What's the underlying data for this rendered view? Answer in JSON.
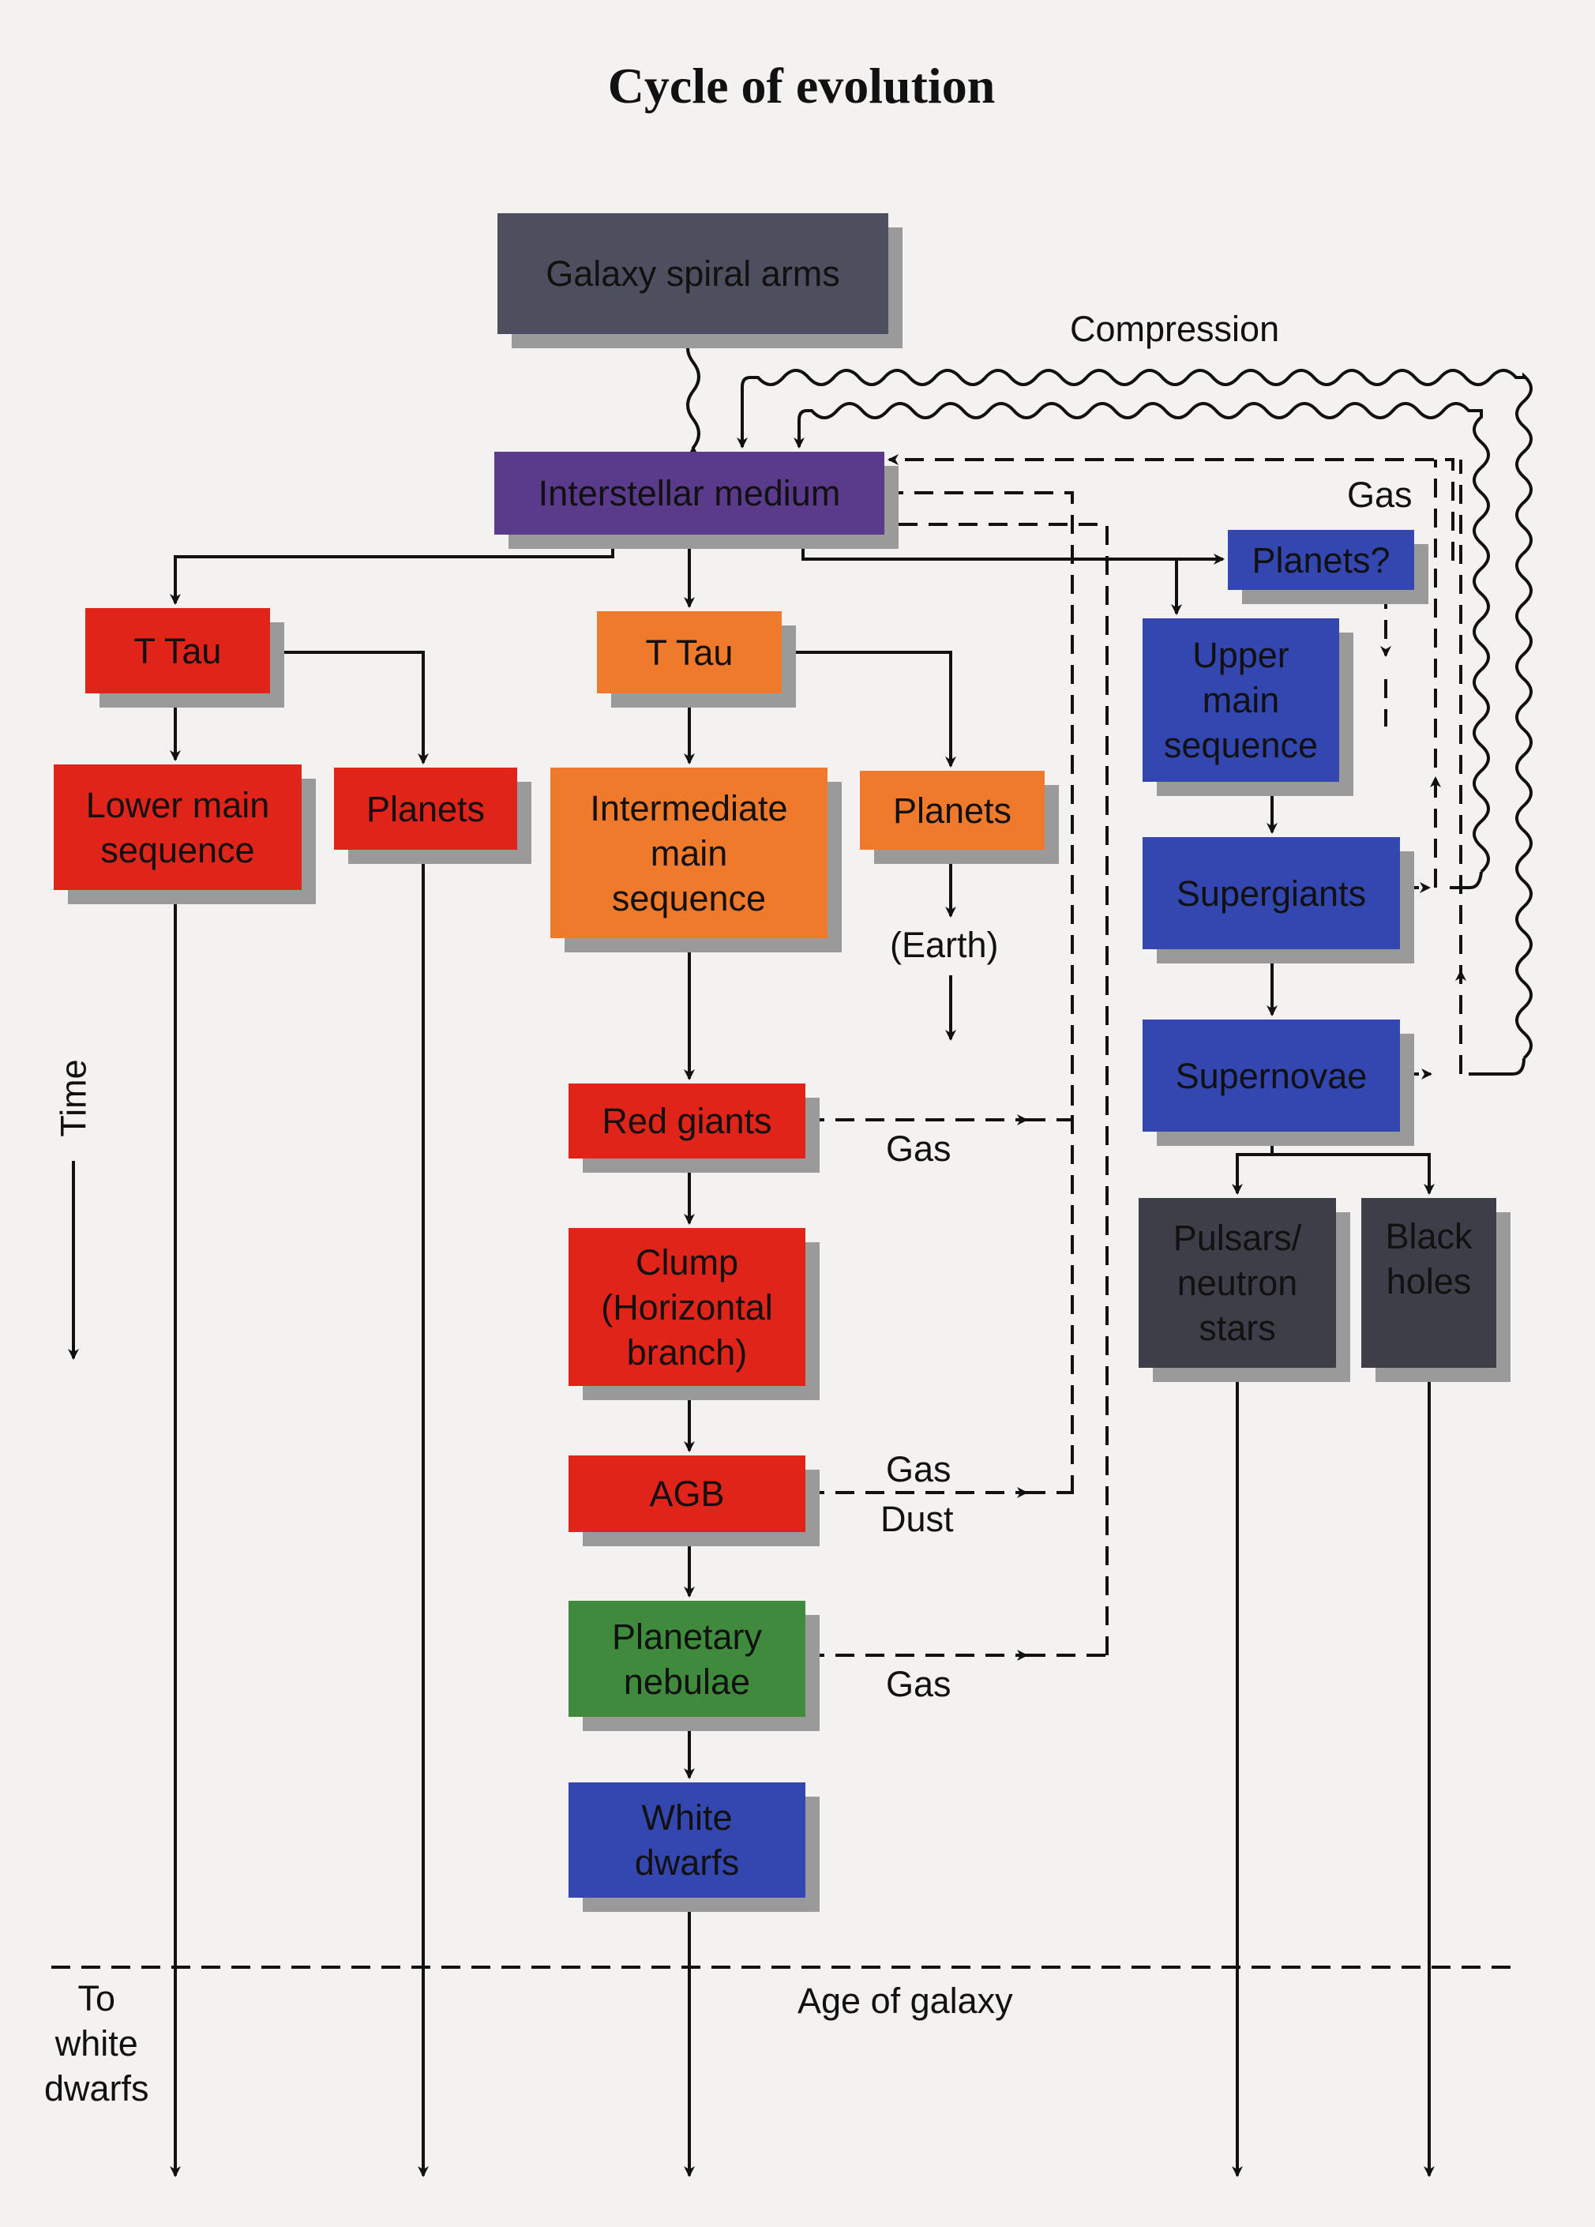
{
  "title": "Cycle of evolution",
  "colors": {
    "galaxy": "#4e4f5e",
    "ism": "#5a3a8a",
    "red": "#e0241a",
    "orange": "#ef7a2c",
    "green": "#3f8a3c",
    "blue": "#3447b0",
    "dark": "#3d3e48"
  },
  "nodes": {
    "galaxy": "Galaxy spiral arms",
    "ism": "Interstellar medium",
    "ttau_low": "T Tau",
    "ttau_int": "T Tau",
    "lower_ms": "Lower main\nsequence",
    "planets_low": "Planets",
    "intermediate_ms": "Intermediate\nmain\nsequence",
    "planets_int": "Planets",
    "red_giants": "Red giants",
    "clump": "Clump\n(Horizontal\nbranch)",
    "agb": "AGB",
    "planetary_nebulae": "Planetary\nnebulae",
    "white_dwarfs": "White\ndwarfs",
    "planets_q": "Planets?",
    "upper_ms": "Upper\nmain\nsequence",
    "supergiants": "Supergiants",
    "supernovae": "Supernovae",
    "pulsars": "Pulsars/\nneutron\nstars",
    "black_holes": "Black\nholes"
  },
  "labels": {
    "compression": "Compression",
    "gas_top": "Gas",
    "earth": "(Earth)",
    "gas_red_giants": "Gas",
    "gas_agb": "Gas",
    "dust_agb": "Dust",
    "gas_pn": "Gas",
    "time": "Time",
    "age_of_galaxy": "Age of galaxy",
    "to_white_dwarfs": "To\nwhite\ndwarfs"
  }
}
